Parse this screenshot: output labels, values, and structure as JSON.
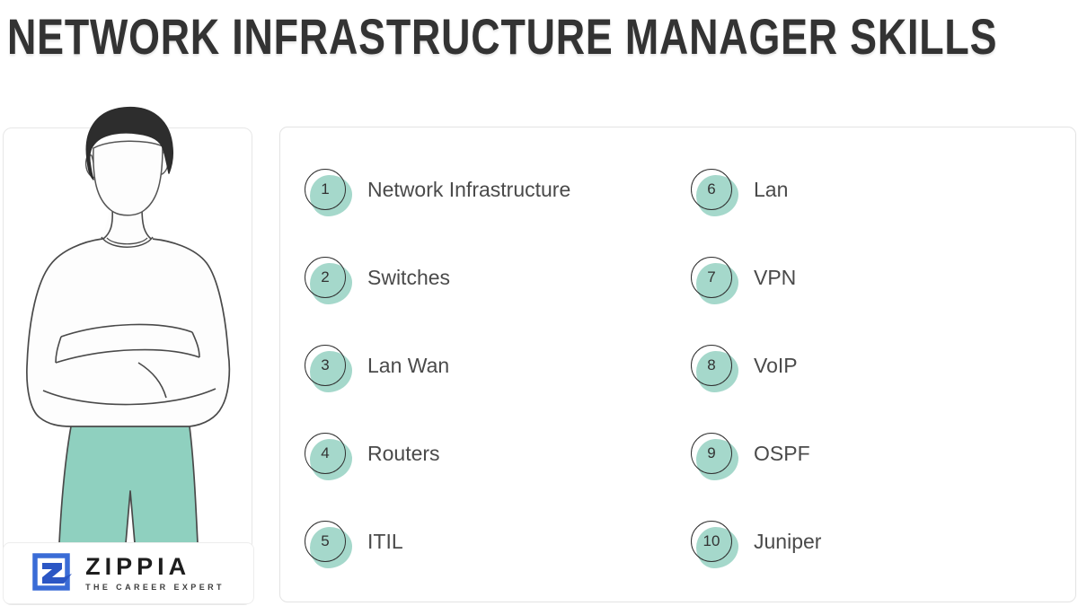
{
  "title": "NETWORK INFRASTRUCTURE MANAGER SKILLS",
  "skills": {
    "left": [
      {
        "num": "1",
        "label": "Network Infrastructure"
      },
      {
        "num": "2",
        "label": "Switches"
      },
      {
        "num": "3",
        "label": "Lan Wan"
      },
      {
        "num": "4",
        "label": "Routers"
      },
      {
        "num": "5",
        "label": "ITIL"
      }
    ],
    "right": [
      {
        "num": "6",
        "label": "Lan"
      },
      {
        "num": "7",
        "label": "VPN"
      },
      {
        "num": "8",
        "label": "VoIP"
      },
      {
        "num": "9",
        "label": "OSPF"
      },
      {
        "num": "10",
        "label": "Juniper"
      }
    ]
  },
  "logo": {
    "name": "ZIPPIA",
    "tagline": "THE CAREER EXPERT"
  },
  "colors": {
    "badge_teal": "#a5d8cb",
    "pants_teal": "#8fd0bf",
    "hair": "#2d2d2d",
    "outline": "#4a4a4a",
    "title_text": "#333333",
    "label_text": "#4a4a4a",
    "panel_border": "#e3e3e3",
    "logo_blue": "#3a6cd6",
    "logo_blue_dark": "#2b56c4"
  }
}
